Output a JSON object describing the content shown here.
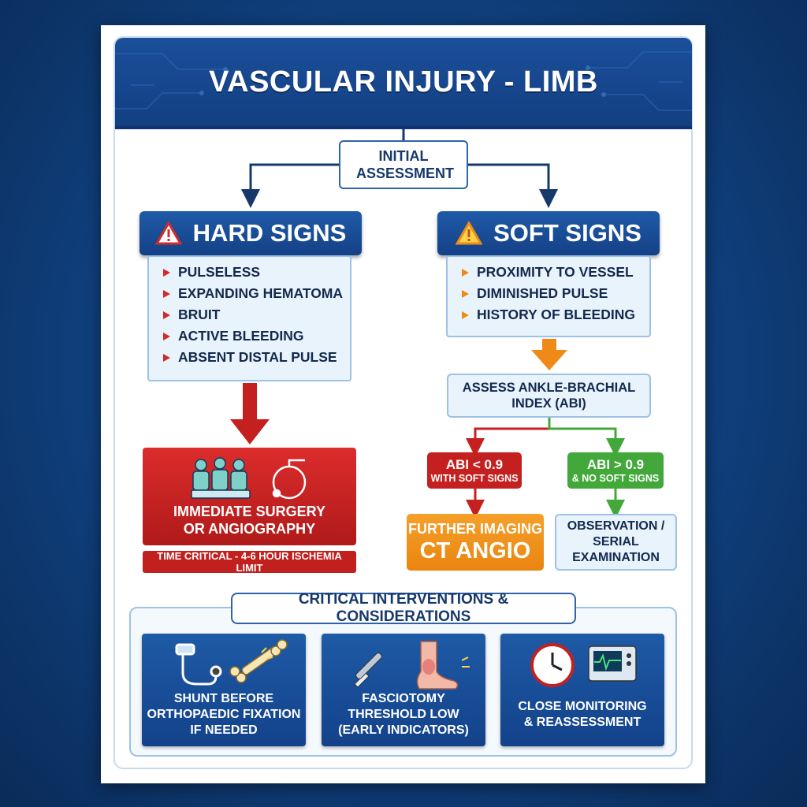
{
  "title": "VASCULAR INJURY - LIMB MANAGEMENT",
  "initial_assessment": "INITIAL ASSESSMENT",
  "hard_signs": {
    "header": "HARD SIGNS",
    "items": [
      "PULSELESS",
      "EXPANDING HEMATOMA",
      "BRUIT",
      "ACTIVE BLEEDING",
      "ABSENT DISTAL PULSE"
    ]
  },
  "soft_signs": {
    "header": "SOFT SIGNS",
    "items": [
      "PROXIMITY TO VESSEL",
      "DIMINISHED PULSE",
      "HISTORY OF BLEEDING"
    ]
  },
  "surgery": {
    "line1": "IMMEDIATE SURGERY",
    "line2": "OR ANGIOGRAPHY",
    "time_note": "TIME CRITICAL - 4-6 HOUR ISCHEMIA LIMIT"
  },
  "abi_assess": {
    "line1": "ASSESS ANKLE-BRACHIAL",
    "line2": "INDEX (ABI)"
  },
  "abi_low": {
    "main": "ABI < 0.9",
    "sub": "WITH SOFT SIGNS"
  },
  "abi_high": {
    "main": "ABI > 0.9",
    "sub": "& NO SOFT SIGNS"
  },
  "further_imaging": {
    "line1": "FURTHER IMAGING",
    "line2": "CT ANGIO"
  },
  "observation": {
    "line1": "OBSERVATION /",
    "line2": "SERIAL",
    "line3": "EXAMINATION"
  },
  "critical": {
    "title": "CRITICAL INTERVENTIONS & CONSIDERATIONS",
    "cards": [
      {
        "lines": [
          "SHUNT BEFORE",
          "ORTHOPAEDIC FIXATION",
          "IF NEEDED"
        ],
        "icons": [
          "shunt-icon",
          "broken-bone-icon"
        ]
      },
      {
        "lines": [
          "FASCIOTOMY",
          "THRESHOLD LOW",
          "(EARLY INDICATORS)"
        ],
        "icons": [
          "scalpel-icon",
          "swollen-leg-icon"
        ]
      },
      {
        "lines": [
          "CLOSE MONITORING",
          "& REASSESSMENT"
        ],
        "icons": [
          "clock-icon",
          "monitor-icon"
        ]
      }
    ]
  },
  "colors": {
    "navy": "#144186",
    "red": "#c42020",
    "orange": "#ef8a18",
    "green": "#43a83a",
    "light_blue": "#e9f3fc"
  }
}
